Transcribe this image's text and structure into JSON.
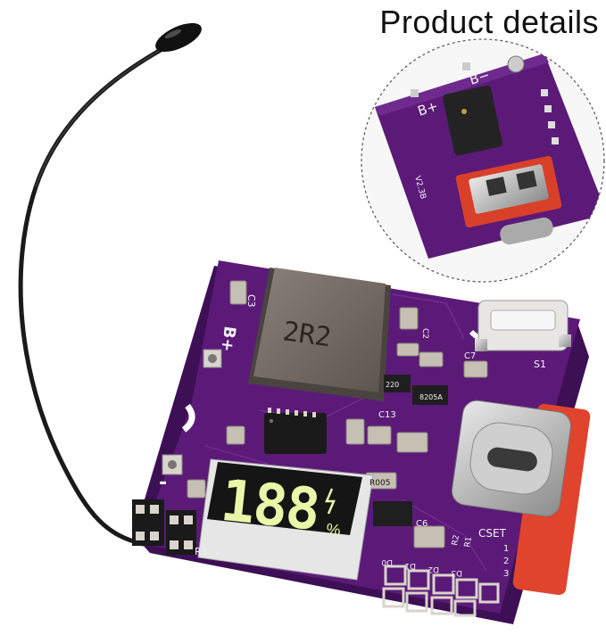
{
  "header": {
    "title": "Product details"
  },
  "inset": {
    "labels": {
      "b_plus": "B+",
      "b_minus": "B−",
      "version": "V2.3B"
    }
  },
  "board": {
    "inductor_marking": "2R2",
    "display_digits": "188",
    "display_unit": "%",
    "silkscreen": {
      "b_plus": "B+",
      "minus": "-",
      "c3": "C3",
      "s1": "S1",
      "c7": "C7",
      "c13": "C13",
      "r220": "220",
      "c6": "C6",
      "rr005": "R005",
      "r3": "R3",
      "cset": "CSET",
      "d0": "D0",
      "d1": "D1",
      "d2": "D2",
      "d3": "D3",
      "r2": "R2",
      "r1": "R1",
      "c2": "C2",
      "ic": "8205A",
      "num1": "1",
      "num2": "2",
      "num3": "3"
    }
  },
  "colors": {
    "pcb": "#5b1a78",
    "pcb_dark": "#3d0f55",
    "pad": "#d9d4cc",
    "display_digit": "#e9f7a8"
  }
}
